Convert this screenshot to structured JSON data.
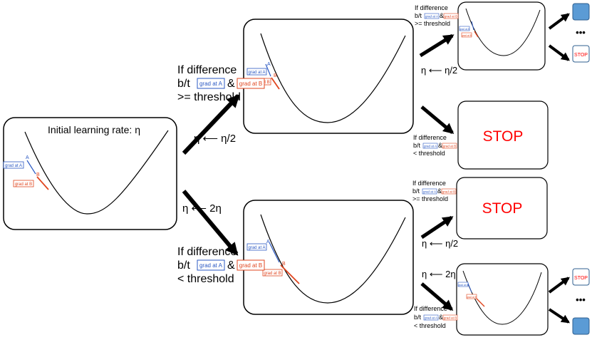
{
  "labels": {
    "if_difference": "If difference",
    "bt": "b/t",
    "amp": "&",
    "ge_threshold": ">= threshold",
    "lt_threshold": "< threshold",
    "initial_lr": "Initial learning rate: η",
    "eta_half": "η ⟵ η/2",
    "eta_double": "η ⟵ 2η",
    "grad_a": "grad at A",
    "grad_b": "grad at B",
    "point_a": "A",
    "point_b": "B",
    "stop": "STOP",
    "more": "•••"
  },
  "colors": {
    "grad_a": "#2b59c3",
    "grad_b": "#e0461f",
    "stop": "#ff0000",
    "terminal_box": "#5b9bd5",
    "curve": "#000000"
  }
}
